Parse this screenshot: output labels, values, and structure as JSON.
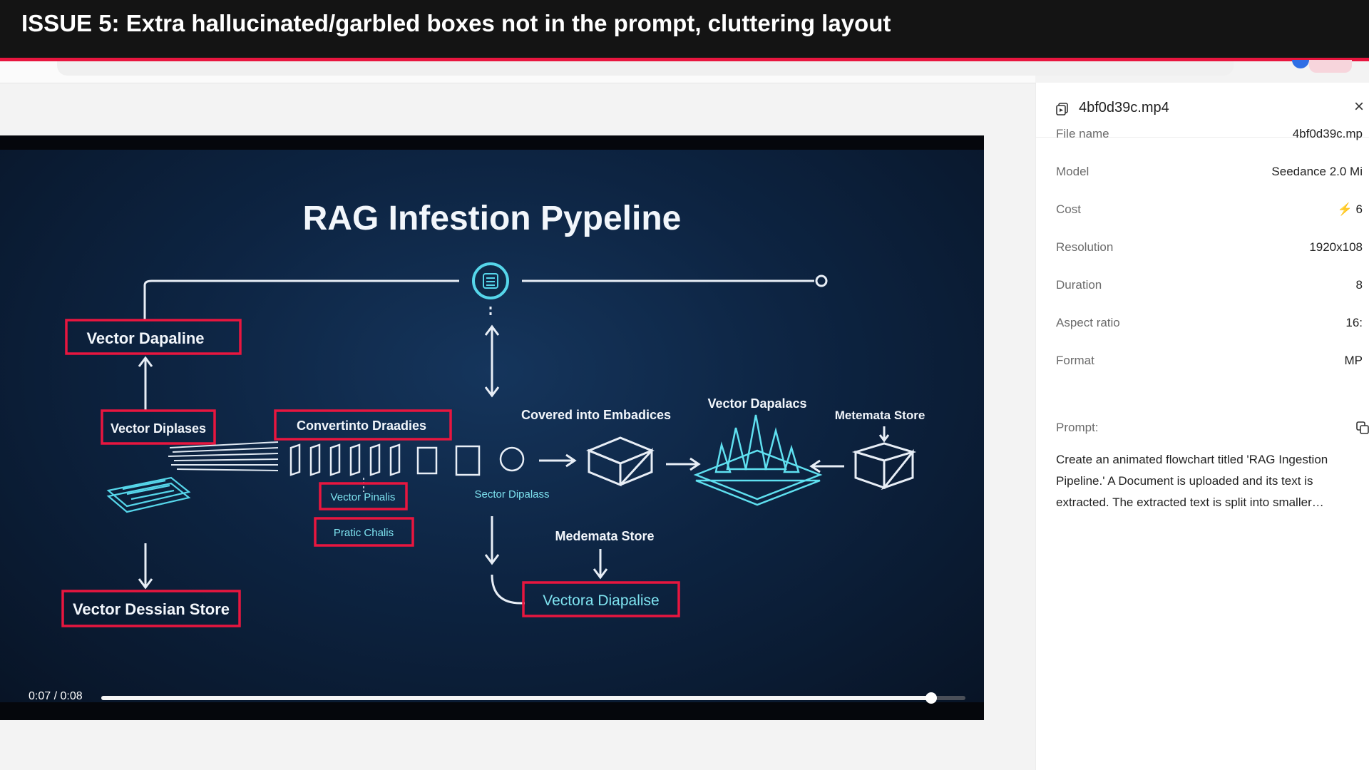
{
  "banner": {
    "title": "ISSUE 5: Extra hallucinated/garbled boxes not in the prompt, cluttering layout"
  },
  "video": {
    "diagram": {
      "title": "RAG Infestion Pypeline",
      "labels": {
        "vector_dapaline": "Vector Dapaline",
        "vector_diplases": "Vector Diplases",
        "convertinto": "Convertinto Draadies",
        "vector_pinalis": "Vector Pinalis",
        "pratic_chalis": "Pratic Chalis",
        "vector_dessian": "Vector Dessian Store",
        "covered_into": "Covered into Embadices",
        "sector_dipalass": "Sector Dipalass",
        "vector_dapalacs": "Vector Dapalacs",
        "metemata_store": "Metemata Store",
        "medemata_store": "Medemata Store",
        "vectora_diapalise": "Vectora Diapalise"
      }
    },
    "time": "0:07 / 0:08",
    "progress": 0.96
  },
  "panel": {
    "title": "4bf0d39c.mp4",
    "close": "×",
    "rows": [
      {
        "label": "File name",
        "value": "4bf0d39c.mp"
      },
      {
        "label": "Model",
        "value": "Seedance 2.0 Mi"
      },
      {
        "label": "Cost",
        "value": "6"
      },
      {
        "label": "Resolution",
        "value": "1920x108"
      },
      {
        "label": "Duration",
        "value": "8"
      },
      {
        "label": "Aspect ratio",
        "value": "16:"
      },
      {
        "label": "Format",
        "value": "MP"
      }
    ],
    "prompt_label": "Prompt:",
    "prompt_text": "Create an animated flowchart titled 'RAG Ingestion Pipeline.' A Document is uploaded and its text is extracted. The extracted text is split into smaller…",
    "cost_icon": "lightning-icon",
    "colors": {
      "accent": "#e8163f",
      "cost_icon": "#f5a623"
    }
  }
}
